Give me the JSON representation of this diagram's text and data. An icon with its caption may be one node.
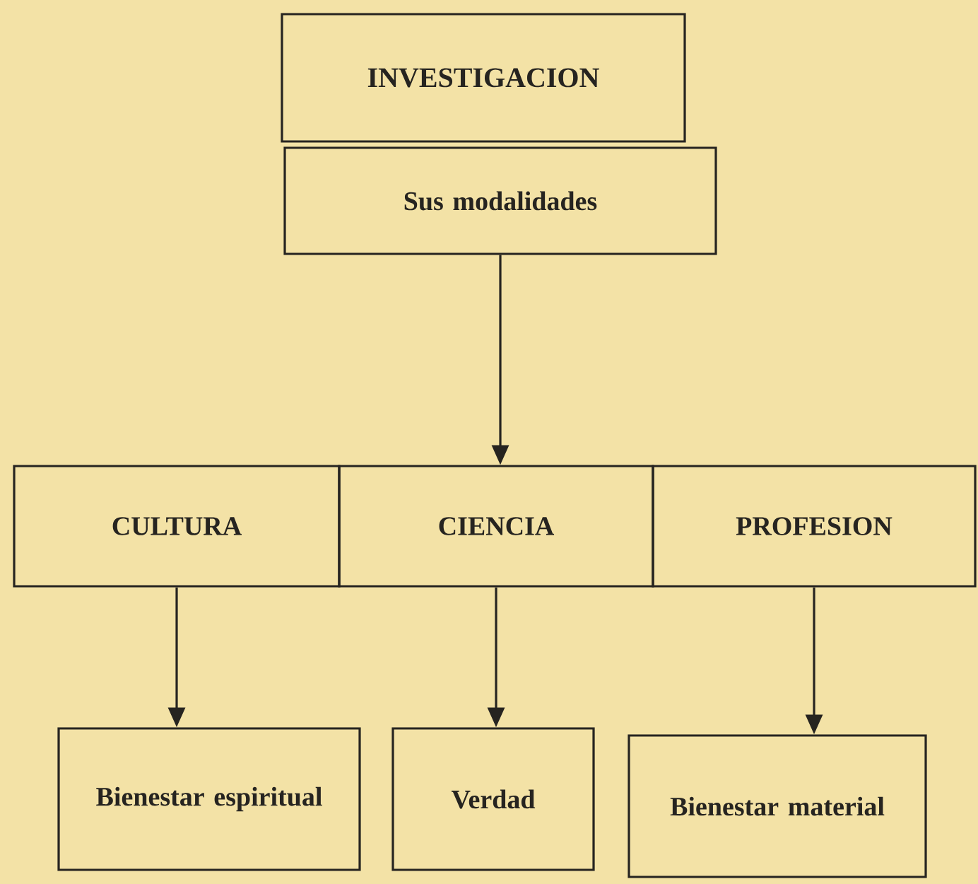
{
  "diagram": {
    "nodes": [
      {
        "text": [
          "INVESTIGACION"
        ]
      },
      {
        "text": [
          "Sus modalidades"
        ]
      },
      {
        "text": [
          "CULTURA"
        ]
      },
      {
        "text": [
          "CIENCIA"
        ]
      },
      {
        "text": [
          "PROFESION"
        ]
      },
      {
        "text": [
          "Bienestar espiritual"
        ]
      },
      {
        "text": [
          "Verdad"
        ]
      },
      {
        "text": [
          "Bienestar material"
        ]
      }
    ],
    "edges": [
      {
        "from": 1,
        "to": 3,
        "arrow": "to"
      },
      {
        "from": 2,
        "to": 5,
        "arrow": "to"
      },
      {
        "from": 3,
        "to": 6,
        "arrow": "to"
      },
      {
        "from": 4,
        "to": 7,
        "arrow": "to"
      }
    ]
  }
}
